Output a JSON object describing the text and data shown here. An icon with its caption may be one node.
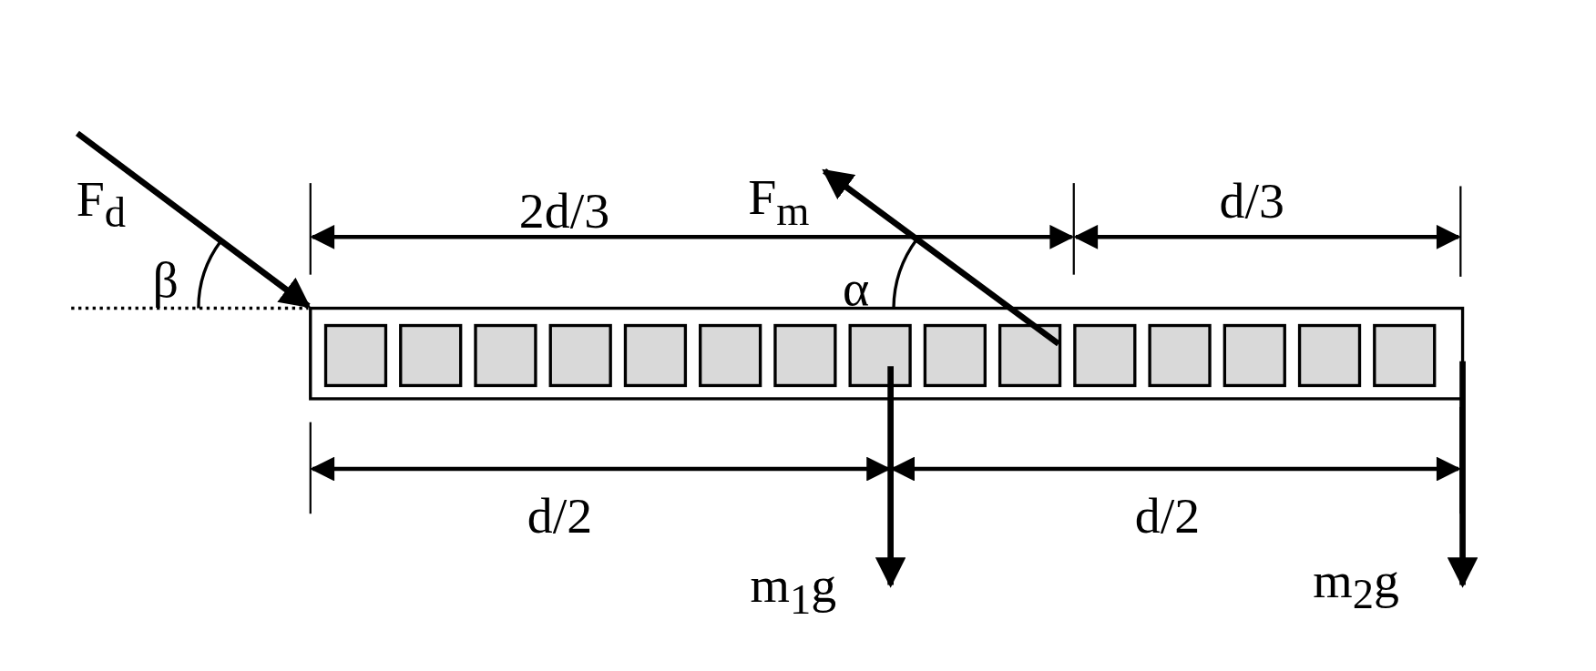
{
  "diagram": {
    "labels": [
      "F$_{d}$",
      "β",
      "2d/3",
      "F$_{m}$",
      "α",
      "d/3",
      "d/2",
      "d/2",
      "m$_{1}$g",
      "m$_{2}$g"
    ]
  }
}
